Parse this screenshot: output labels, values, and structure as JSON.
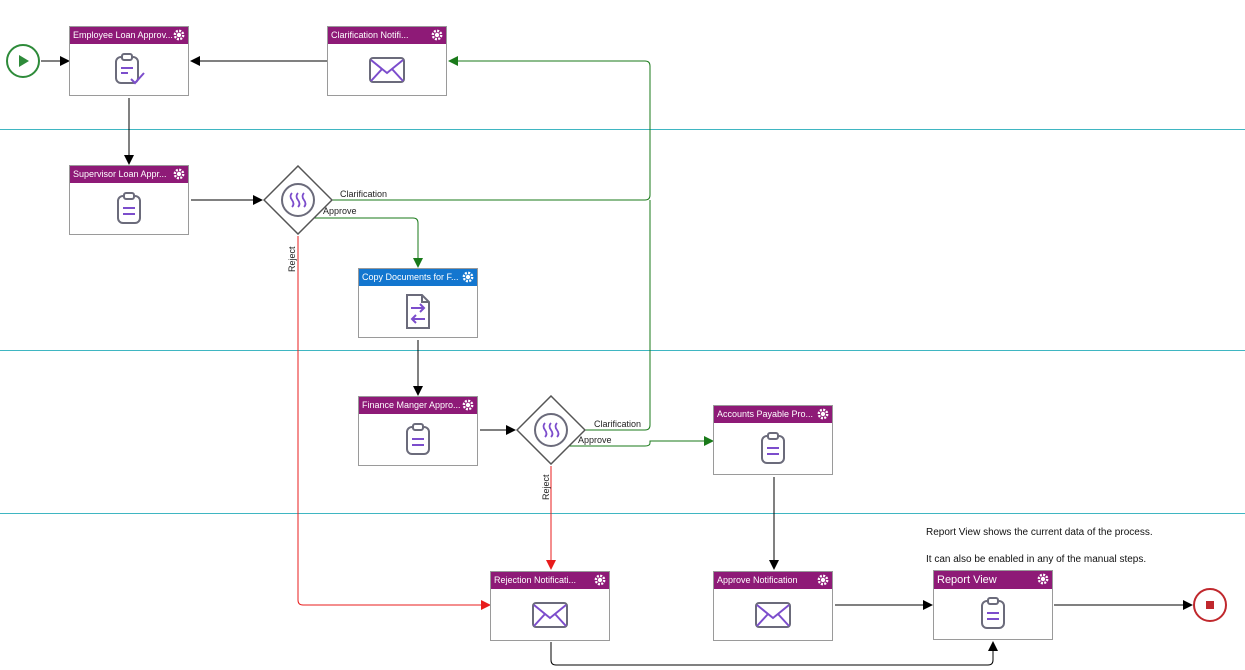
{
  "nodes": {
    "employee_loan": {
      "label": "Employee Loan Approv...",
      "color": "#8e1a77"
    },
    "clarification_notification": {
      "label": "Clarification Notifi...",
      "color": "#8e1a77"
    },
    "supervisor_loan": {
      "label": "Supervisor Loan Appr...",
      "color": "#8e1a77"
    },
    "copy_documents": {
      "label": "Copy Documents for F...",
      "color": "#1376cf"
    },
    "finance_manager": {
      "label": "Finance Manger Appro...",
      "color": "#8e1a77"
    },
    "accounts_payable": {
      "label": "Accounts Payable Pro...",
      "color": "#8e1a77"
    },
    "rejection_notification": {
      "label": "Rejection Notificati...",
      "color": "#8e1a77"
    },
    "approve_notification": {
      "label": "Approve Notification",
      "color": "#8e1a77"
    },
    "report_view": {
      "label": "Report View",
      "color": "#8e1a77"
    }
  },
  "edge_labels": {
    "gw1_clarification": "Clarification",
    "gw1_approve": "Approve",
    "gw1_reject": "Reject",
    "gw2_clarification": "Clarification",
    "gw2_approve": "Approve",
    "gw2_reject": "Reject"
  },
  "notes": {
    "line1": "Report View shows the current data of the process.",
    "line2": "It can also be enabled in any of the manual steps."
  },
  "colors": {
    "default_flow": "#000000",
    "approve_flow": "#1a7a1a",
    "reject_flow": "#e81c1c",
    "start_event": "#2e8b3a",
    "end_event": "#c0282d",
    "icon": "#7c4dcc",
    "lane_divider": "#3fb6c2"
  }
}
